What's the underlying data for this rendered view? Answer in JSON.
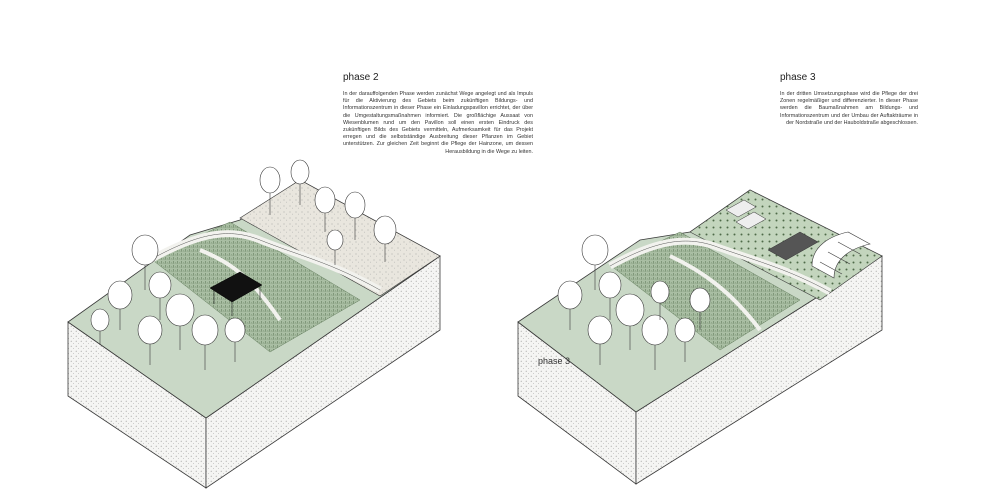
{
  "phase2": {
    "title": "phase 2",
    "text": " In der darauffolgenden Phase werden zunächst Wege angelegt und als Impuls für die Aktivierung des Gebiets beim zukünftigen Bildungs- und Informationszentrum in dieser Phase ein Einladungspavillon errichtet, der über die Umgestaltungsmaßnahmen informiert. Die großflächige Aussaat von Wiesenblumen rund um den Pavillon soll einen ersten Eindruck des zukünftigen Bilds des Gebiets vermitteln, Aufmerksamkeit für das Projekt erregen und die selbstständige Ausbreitung dieser Pflanzen im Gebiet unterstützen. Zur gleichen Zeit beginnt die Pflege der Hainzone, um dessen Herausbildung in die Wege zu leiten."
  },
  "phase3": {
    "title": "phase 3",
    "text": "In der dritten Umsetzungsphase wird die Pflege der drei Zonen regelmäßiger und differenzierter. In dieser Phase werden die Baumaßnahmen am Bildungs- und Informationszentrum und der Umbau der Auftakträume in der Nordstraße und der Hauboldstraße abgeschlossen.",
    "block_label": "phase 3"
  },
  "colors": {
    "ground": "#c9d8c6",
    "meadow": "#b6c7b0",
    "path": "#f2f2ee",
    "soil": "#f4f4f2",
    "outline": "#3a3a3a"
  }
}
